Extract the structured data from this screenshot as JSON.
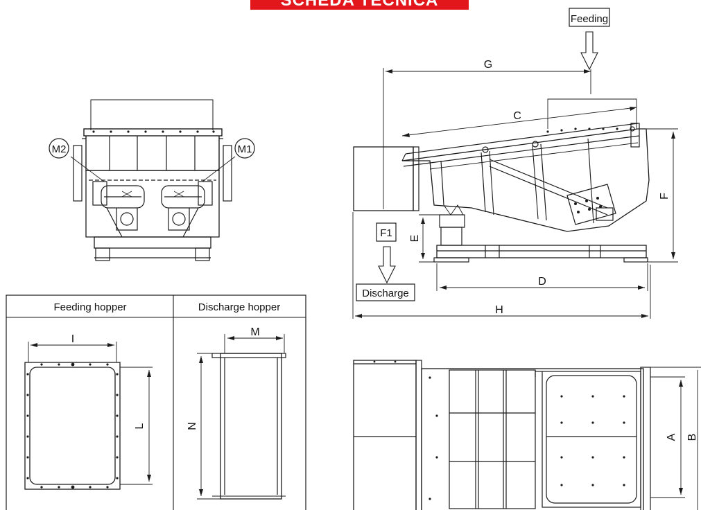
{
  "banner": {
    "title": "SCHEDA TECNICA",
    "color": "#e2171c"
  },
  "labels": {
    "feeding": "Feeding",
    "discharge": "Discharge",
    "f1": "F1",
    "g": "G",
    "c": "C",
    "f": "F",
    "e": "E",
    "d": "D",
    "h": "H",
    "a": "A",
    "b": "B",
    "m1": "M1",
    "m2": "M2",
    "i": "I",
    "l": "L",
    "m": "M",
    "n": "N"
  },
  "table": {
    "feeding_hopper": "Feeding hopper",
    "discharge_hopper": "Discharge hopper"
  },
  "icons": [
    "arrow-down-icon"
  ]
}
